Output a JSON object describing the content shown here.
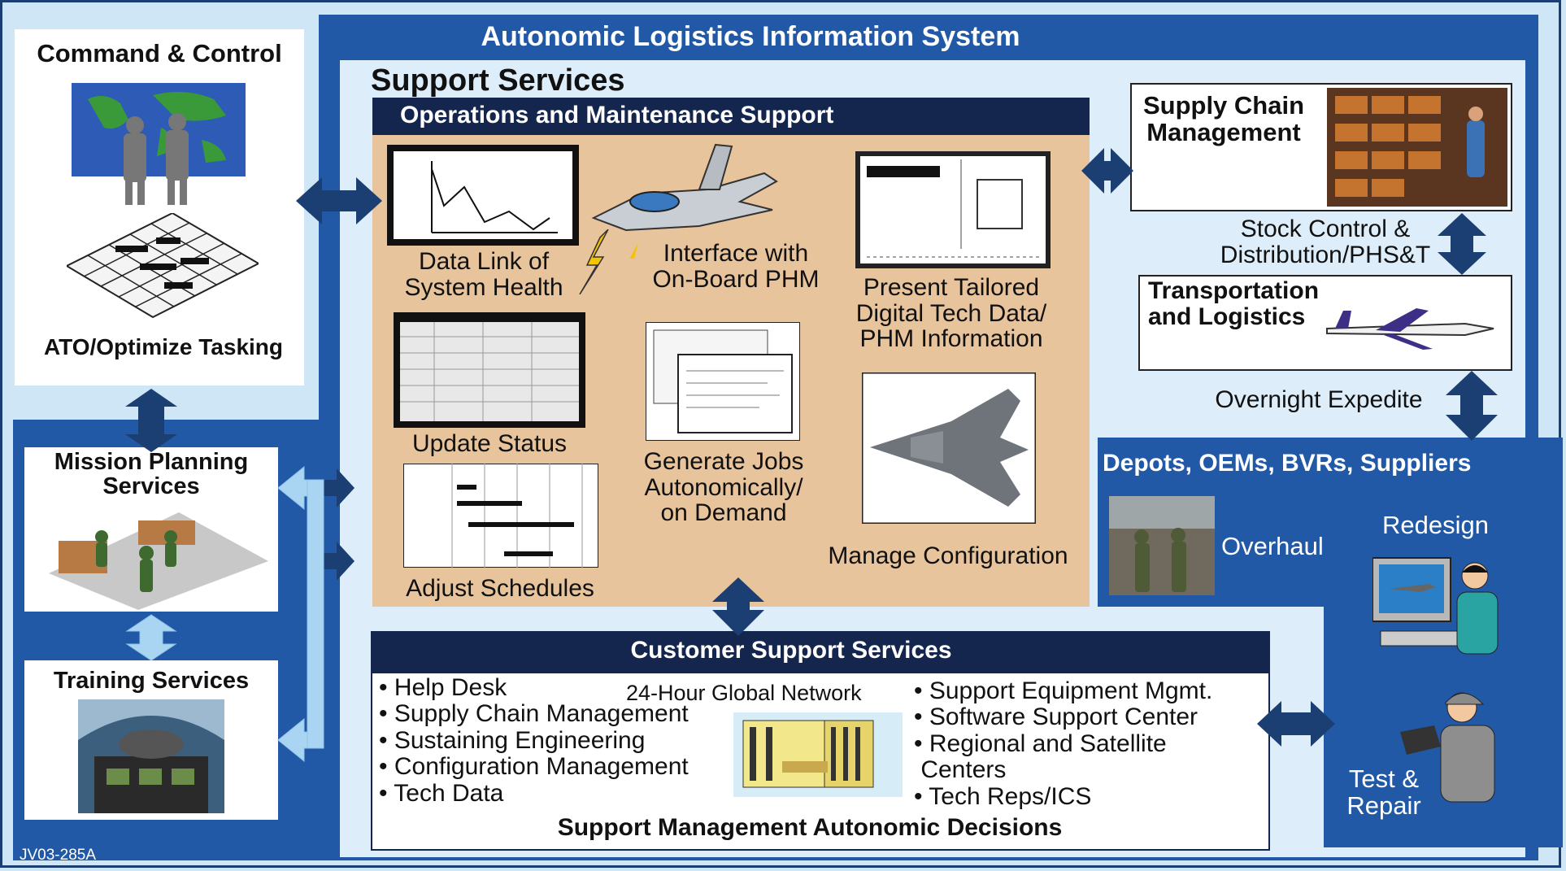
{
  "title": "Autonomic Logistics Information System",
  "support_services": {
    "title": "Support Services",
    "ops_maint": {
      "title": "Operations and Maintenance Support",
      "items": {
        "data_link": "Data Link of\nSystem Health",
        "interface_phm": "Interface with\nOn-Board PHM",
        "present_tech_data": "Present Tailored\nDigital Tech Data/\nPHM Information",
        "update_status": "Update Status",
        "generate_jobs": "Generate Jobs\nAutonomically/\non Demand",
        "adjust_schedules": "Adjust Schedules",
        "manage_config": "Manage Configuration"
      }
    }
  },
  "left": {
    "command_control": "Command & Control",
    "ato_tasking": "ATO/Optimize Tasking",
    "mission_planning": "Mission Planning\nServices",
    "training_services": "Training Services"
  },
  "right": {
    "supply_chain": "Supply Chain\nManagement",
    "stock_control": "Stock Control &\nDistribution/PHS&T",
    "transportation": "Transportation\nand Logistics",
    "overnight": "Overnight Expedite",
    "depots": "Depots, OEMs, BVRs, Suppliers",
    "overhaul": "Overhaul",
    "redesign": "Redesign",
    "test_repair": "Test &\nRepair"
  },
  "customer_support": {
    "title": "Customer Support Services",
    "left_list": [
      "Help Desk",
      "Supply Chain Management",
      "Sustaining Engineering",
      "Configuration Management",
      "Tech Data"
    ],
    "network": "24-Hour Global Network",
    "right_list": [
      "Support Equipment Mgmt.",
      "Software Support Center",
      "Regional and Satellite\n Centers",
      "Tech Reps/ICS"
    ],
    "footer": "Support Management Autonomic Decisions"
  },
  "figure_id": "JV03-285A",
  "colors": {
    "dark_blue": "#2259a6",
    "navy": "#14254e",
    "tan": "#e8c49c",
    "light_blue": "#cfe6f6",
    "arrow_dark": "#1c3f73",
    "arrow_light": "#a9d5f3"
  }
}
